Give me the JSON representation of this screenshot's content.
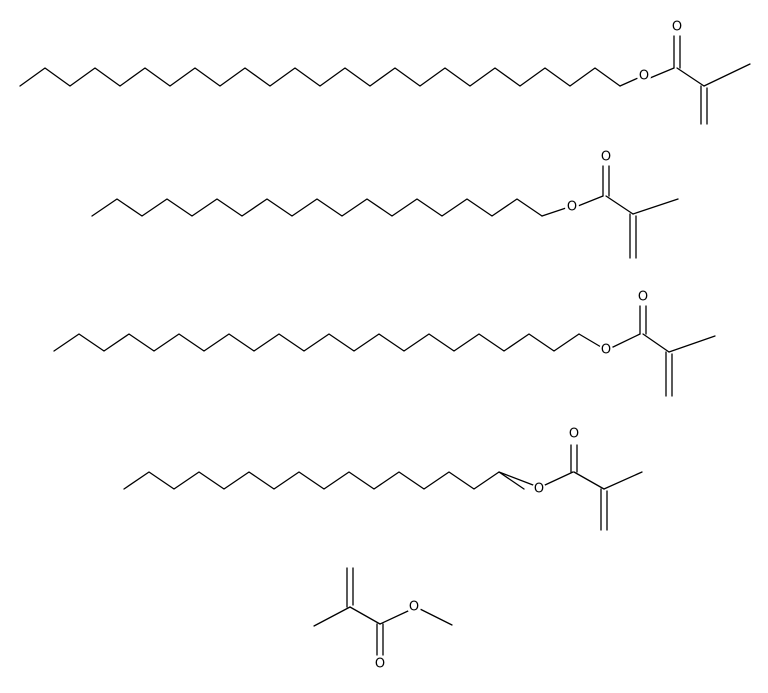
{
  "figure": {
    "description_free": true,
    "molecules": [
      {
        "id": "mol-1",
        "atoms": [
          {
            "label": "O",
            "role": "ester-oxygen"
          },
          {
            "label": "O",
            "role": "carbonyl-oxygen"
          }
        ]
      },
      {
        "id": "mol-2",
        "atoms": [
          {
            "label": "O",
            "role": "ester-oxygen"
          },
          {
            "label": "O",
            "role": "carbonyl-oxygen"
          }
        ]
      },
      {
        "id": "mol-3",
        "atoms": [
          {
            "label": "O",
            "role": "ester-oxygen"
          },
          {
            "label": "O",
            "role": "carbonyl-oxygen"
          }
        ]
      },
      {
        "id": "mol-4",
        "atoms": [
          {
            "label": "O",
            "role": "ester-oxygen"
          },
          {
            "label": "O",
            "role": "carbonyl-oxygen"
          }
        ]
      },
      {
        "id": "mol-5",
        "atoms": [
          {
            "label": "O",
            "role": "ester-oxygen"
          },
          {
            "label": "O",
            "role": "carbonyl-oxygen"
          }
        ]
      }
    ]
  }
}
